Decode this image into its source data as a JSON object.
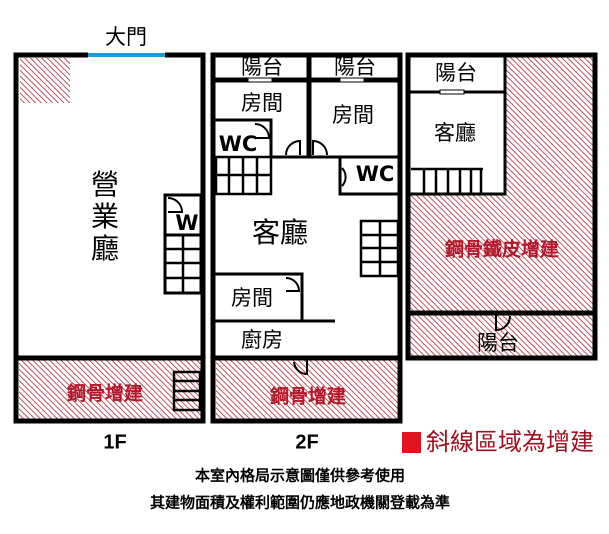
{
  "entrance_label": "大門",
  "floors": {
    "f1": {
      "label": "1F",
      "rooms": {
        "main_hall": [
          "營",
          "業",
          "廳"
        ],
        "wc": "W",
        "extension": "鋼骨增建"
      }
    },
    "f2": {
      "label": "2F",
      "rooms": {
        "balcony_left": "陽台",
        "balcony_right": "陽台",
        "room_left": "房間",
        "room_right": "房間",
        "wc_left": "WC",
        "wc_right": "WC",
        "living": "客廳",
        "room_lower": "房間",
        "kitchen": "廚房",
        "extension": "鋼骨增建"
      }
    },
    "f3": {
      "rooms": {
        "balcony_top": "陽台",
        "living": "客廳",
        "extension": "鋼骨鐵皮增建",
        "balcony_bottom": "陽台"
      }
    }
  },
  "legend": {
    "text": "斜線區域為增建",
    "color": "#e0141e"
  },
  "footer": {
    "line1": "本室內格局示意圖僅供參考使用",
    "line2": "其建物面積及權利範圍仍應地政機關登載為準"
  },
  "colors": {
    "hatch": "#a8283a",
    "entrance": "#1a9ad6"
  }
}
